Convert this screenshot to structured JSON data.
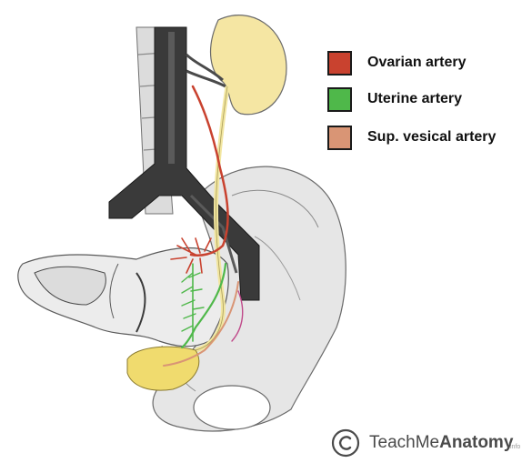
{
  "legend": {
    "items": [
      {
        "label": "Ovarian artery",
        "color": "#c9422f"
      },
      {
        "label": "Uterine artery",
        "color": "#4fb84a"
      },
      {
        "label": "Sup. vesical artery",
        "color": "#d99575"
      }
    ]
  },
  "brand": {
    "part1": "TeachMe",
    "part2": "Anatomy",
    "suffix": "info"
  },
  "colors": {
    "ovarian_artery": "#c9422f",
    "uterine_artery": "#4fb84a",
    "vesical_artery": "#d99575",
    "ureter": "#f2e6a0",
    "kidney": "#f5e6a3",
    "bladder": "#f0db6e",
    "vessels_dark": "#3a3a3a",
    "bone": "#e4e4e4"
  }
}
